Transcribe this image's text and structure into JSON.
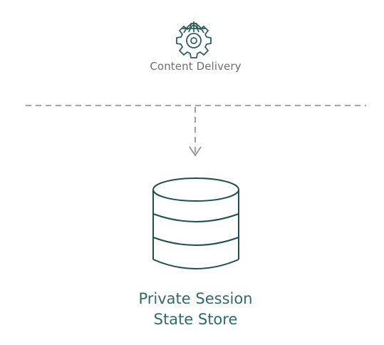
{
  "source": {
    "label": "Content Delivery",
    "icon": "globe-gear-icon"
  },
  "store": {
    "line1": "Private Session",
    "line2": "State Store",
    "icon": "database-icon"
  },
  "colors": {
    "icon_stroke": "#2f5f5f",
    "source_label": "#6f6f6f",
    "store_label": "#2f6b6b",
    "connector": "#8a8a8a",
    "database_stroke": "#1e4f4f"
  }
}
